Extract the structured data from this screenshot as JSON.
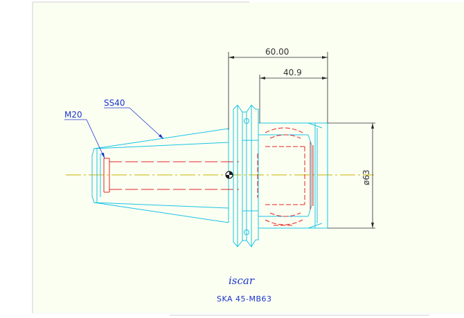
{
  "drawing": {
    "dimensions": {
      "overall_length": "60.00",
      "collet_length": "40.9",
      "diameter": "ø63"
    },
    "labels": {
      "taper": "SS40",
      "thread": "M20"
    },
    "caption": {
      "logo_text": "iscar",
      "model": "SKA 45-MB63"
    },
    "colors": {
      "paper": "#fbfff2",
      "outline": "#19c3e6",
      "hidden": "#e62323",
      "centerline": "#c8b000",
      "dimension": "#2a2a2a",
      "label": "#1a33cc"
    }
  }
}
